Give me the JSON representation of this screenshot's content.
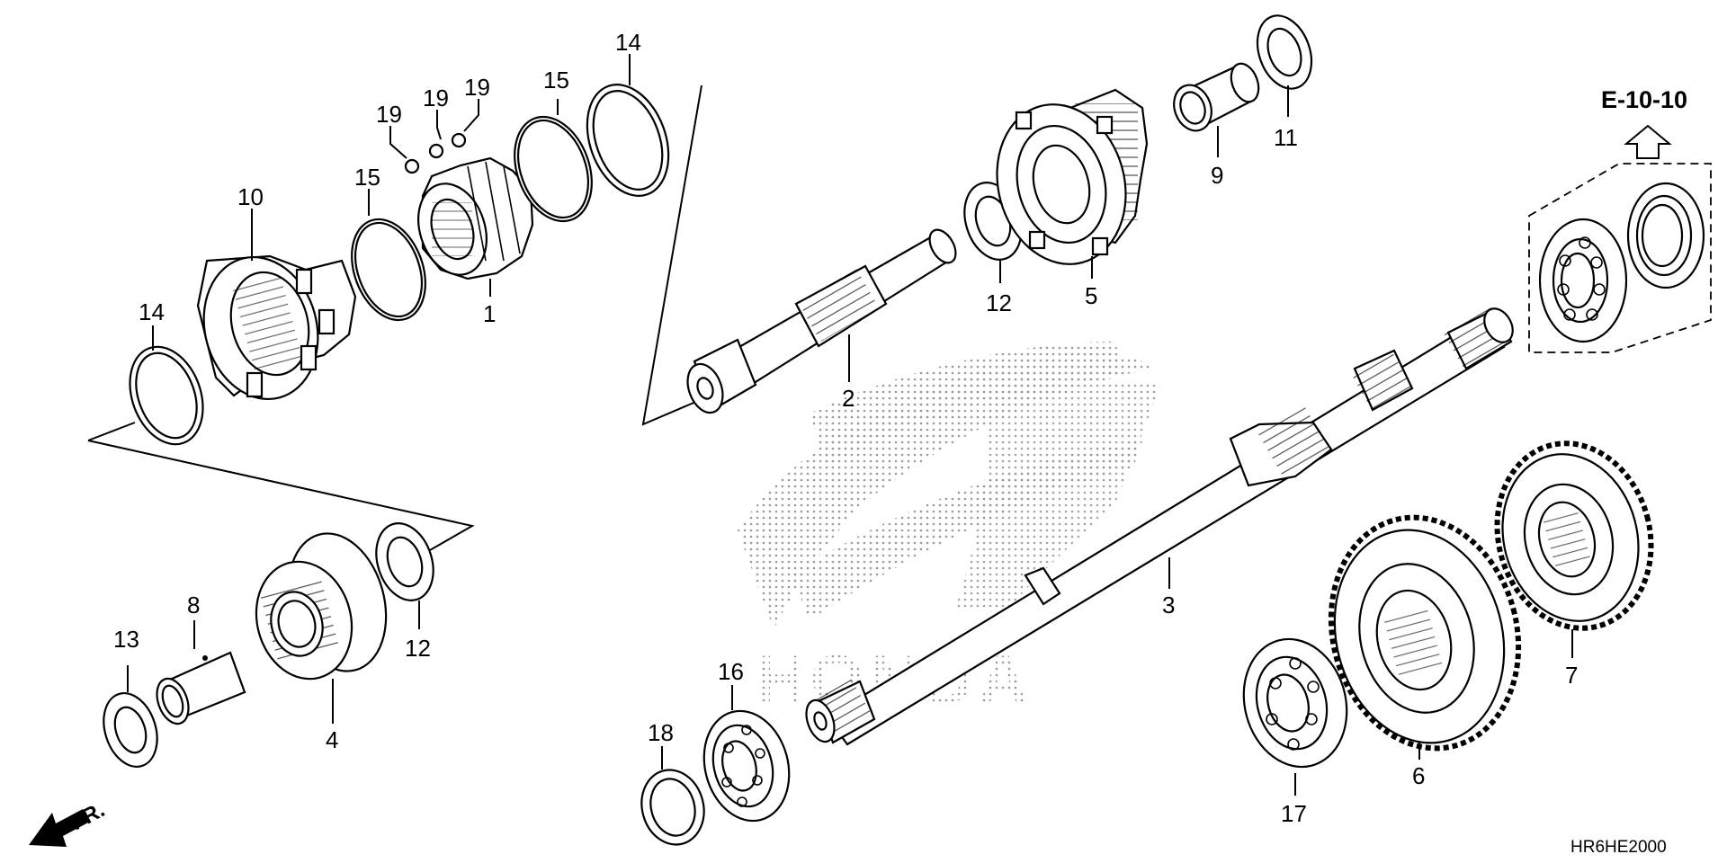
{
  "diagram": {
    "drawing_code": "HR6HE2000",
    "reference_label": "E-10-10",
    "front_label": "FR.",
    "watermark_text": "HONDA",
    "callouts": [
      {
        "id": "c1",
        "text": "1"
      },
      {
        "id": "c2",
        "text": "2"
      },
      {
        "id": "c3",
        "text": "3"
      },
      {
        "id": "c4",
        "text": "4"
      },
      {
        "id": "c5",
        "text": "5"
      },
      {
        "id": "c6",
        "text": "6"
      },
      {
        "id": "c7",
        "text": "7"
      },
      {
        "id": "c8",
        "text": "8"
      },
      {
        "id": "c9",
        "text": "9"
      },
      {
        "id": "c10",
        "text": "10"
      },
      {
        "id": "c11",
        "text": "11"
      },
      {
        "id": "c12a",
        "text": "12"
      },
      {
        "id": "c12b",
        "text": "12"
      },
      {
        "id": "c13",
        "text": "13"
      },
      {
        "id": "c14a",
        "text": "14"
      },
      {
        "id": "c14b",
        "text": "14"
      },
      {
        "id": "c15a",
        "text": "15"
      },
      {
        "id": "c15b",
        "text": "15"
      },
      {
        "id": "c16",
        "text": "16"
      },
      {
        "id": "c17",
        "text": "17"
      },
      {
        "id": "c18",
        "text": "18"
      },
      {
        "id": "c19a",
        "text": "19"
      },
      {
        "id": "c19b",
        "text": "19"
      },
      {
        "id": "c19c",
        "text": "19"
      }
    ]
  }
}
